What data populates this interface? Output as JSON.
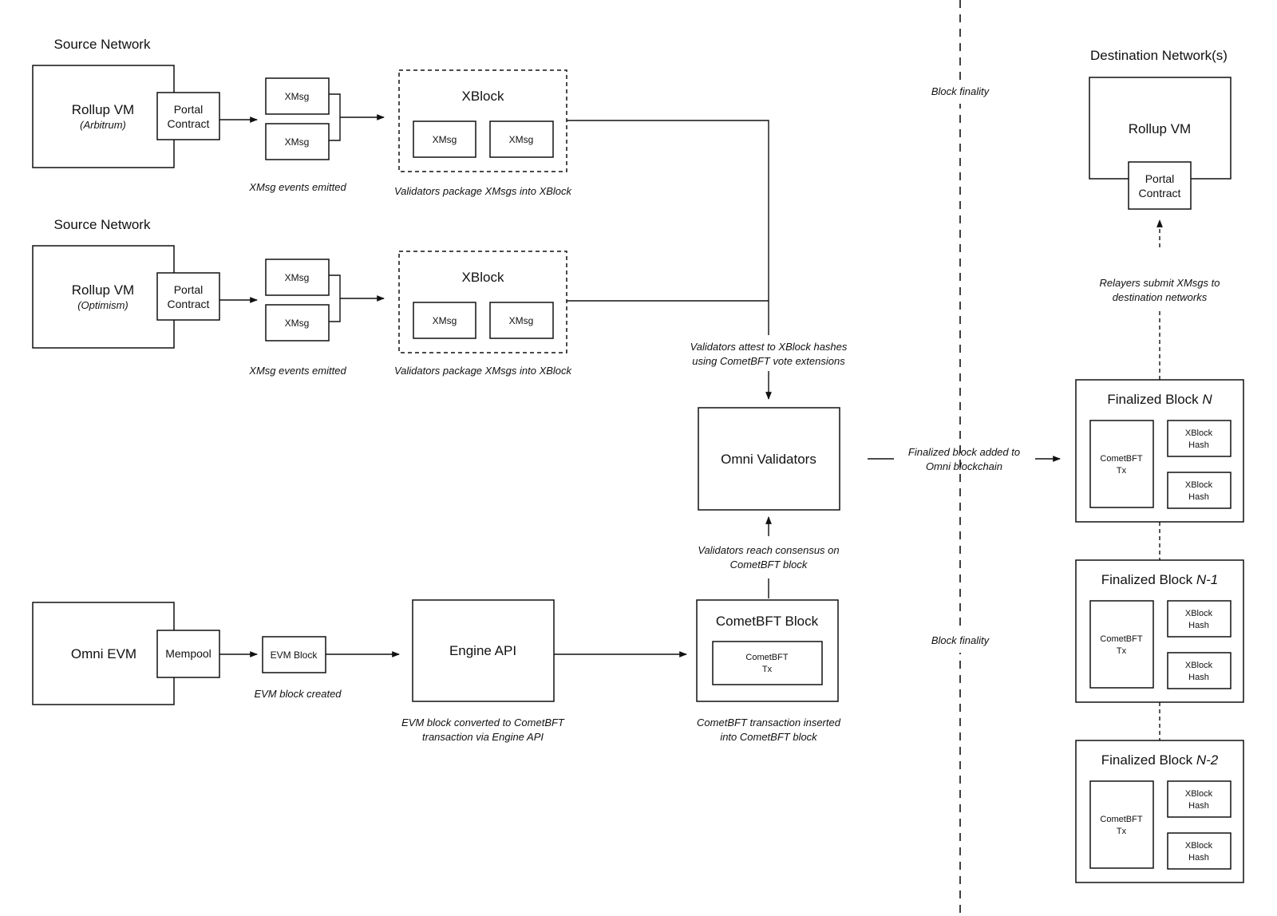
{
  "source_network_label": "Source Network",
  "destination_label": "Destination Network(s)",
  "rollup_vm": "Rollup VM",
  "arbitrum": "(Arbitrum)",
  "optimism": "(Optimism)",
  "portal": "Portal",
  "contract": "Contract",
  "xmsg": "XMsg",
  "xblock": "XBlock",
  "xmsg_events": "XMsg events emitted",
  "validators_package": "Validators package XMsgs into XBlock",
  "block_finality": "Block finality",
  "attest_1": "Validators attest to XBlock hashes",
  "attest_2": "using CometBFT vote extensions",
  "omni_validators": "Omni Validators",
  "finalized_added_1": "Finalized block added to",
  "finalized_added_2": "Omni blockchain",
  "relayers_1": "Relayers submit XMsgs to",
  "relayers_2": "destination networks",
  "finalized_block": "Finalized Block ",
  "block_n": "N",
  "block_n1": "N-1",
  "block_n2": "N-2",
  "cometbft": "CometBFT",
  "tx": "Tx",
  "xblock_hash_1": "XBlock",
  "xblock_hash_2": "Hash",
  "consensus_1": "Validators reach consensus on",
  "consensus_2": "CometBFT block",
  "omni_evm": "Omni EVM",
  "mempool": "Mempool",
  "evm_block": "EVM Block",
  "evm_block_created": "EVM block created",
  "engine_api": "Engine API",
  "engine_cap_1": "EVM block converted to CometBFT",
  "engine_cap_2": "transaction via Engine API",
  "cometbft_block": "CometBFT Block",
  "cometbft_cap_1": "CometBFT transaction inserted",
  "cometbft_cap_2": "into CometBFT block"
}
